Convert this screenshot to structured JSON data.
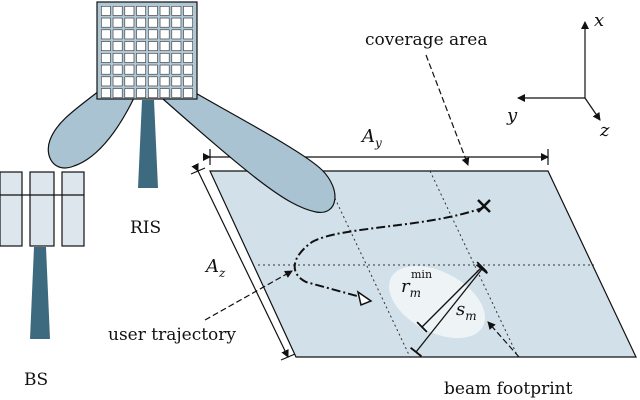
{
  "labels": {
    "ris": "RIS",
    "bs": "BS",
    "coverage_area": "coverage area",
    "user_trajectory": "user trajectory",
    "beam_footprint": "beam footprint"
  },
  "axes": {
    "x": "x",
    "y": "y",
    "z": "z"
  },
  "dimensions": {
    "a_y": {
      "base": "A",
      "sub": "y"
    },
    "a_z": {
      "base": "A",
      "sub": "z"
    },
    "r_min": {
      "base": "r",
      "sub": "m",
      "sup": "min"
    },
    "s_m": {
      "base": "s",
      "sub": "m"
    }
  },
  "colors": {
    "plane_fill": "#d2e0ea",
    "beam_fill": "#a9c3d2",
    "antenna_dark": "#3e6a80",
    "panel_fill": "#dde6ec",
    "footprint_fill": "#eef3f6",
    "grid_cell": "#ffffff",
    "ris_board": "#b0c8d6",
    "line": "#111111"
  }
}
